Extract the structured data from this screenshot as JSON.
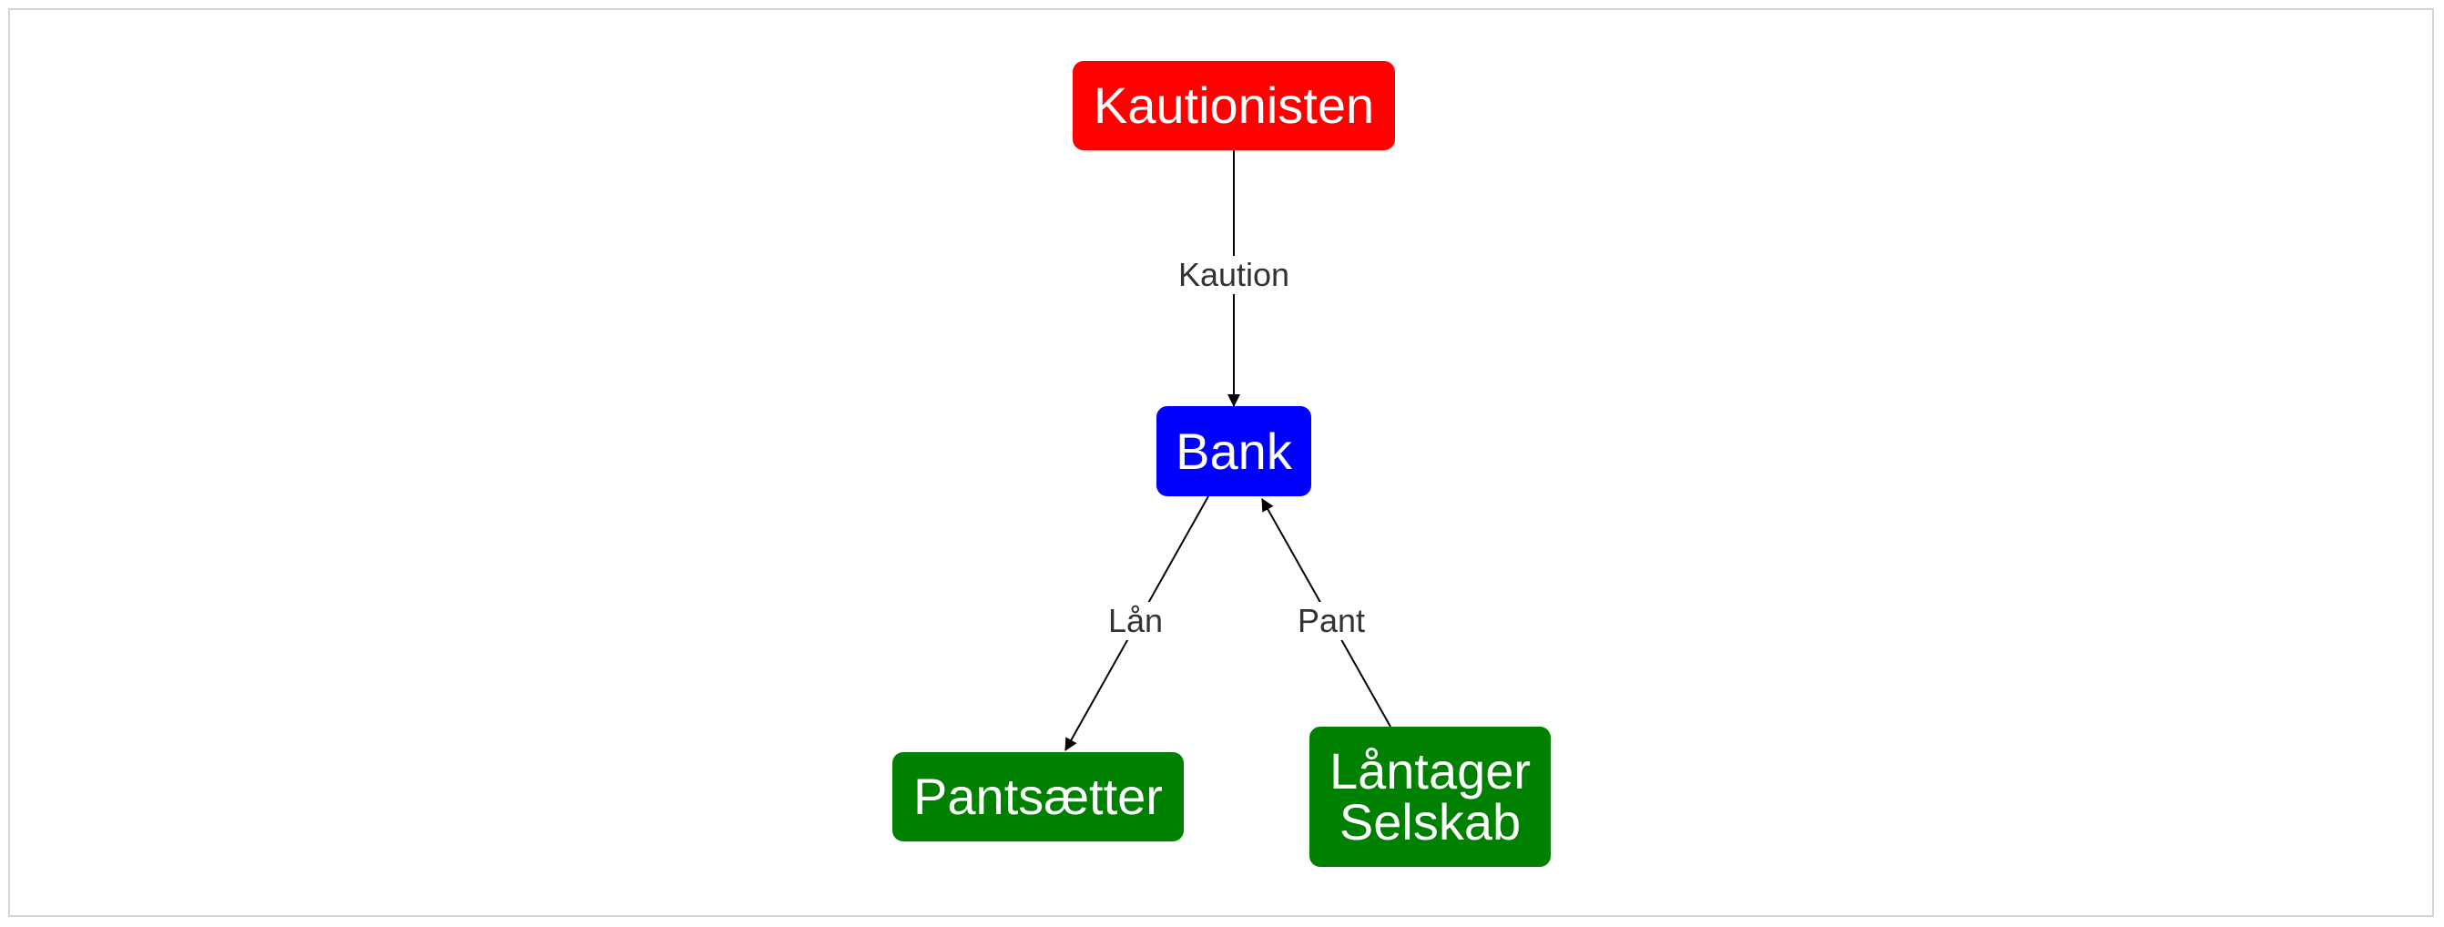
{
  "diagram": {
    "nodes": {
      "kautionisten": {
        "label": "Kautionisten",
        "color": "#ff0000"
      },
      "bank": {
        "label": "Bank",
        "color": "#0000ff"
      },
      "pantsaetter": {
        "label": "Pantsætter",
        "color": "#008000"
      },
      "laantager": {
        "label": "Låntager\nSelskab",
        "color": "#008000"
      }
    },
    "edges": {
      "kaution": {
        "from": "Kautionisten",
        "to": "Bank",
        "label": "Kaution"
      },
      "laan": {
        "from": "Bank",
        "to": "Pantsætter",
        "label": "Lån"
      },
      "pant": {
        "from": "Låntager Selskab",
        "to": "Bank",
        "label": "Pant"
      }
    },
    "edge_color": "#000000"
  }
}
